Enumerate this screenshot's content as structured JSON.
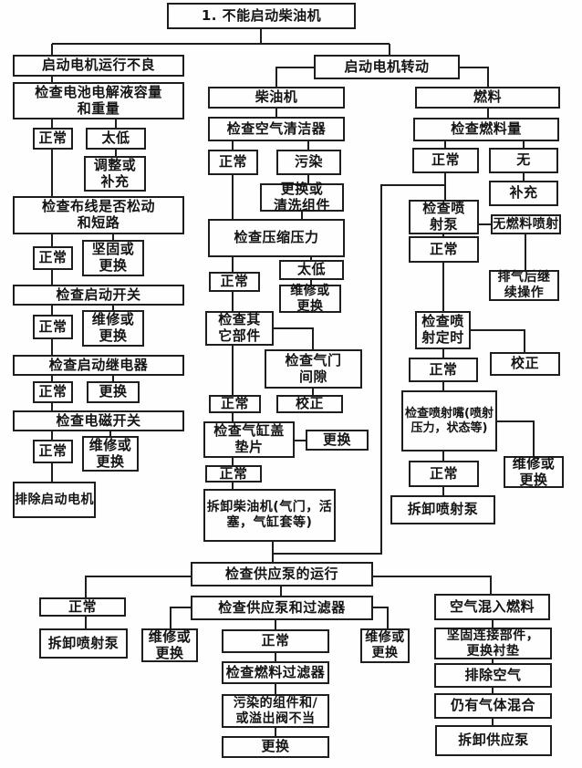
{
  "colors": {
    "ink": "#1e1e1e",
    "background": "#ffffff"
  },
  "flowchart": {
    "root": "1. 不能启动柴油机",
    "starter_poor": {
      "title": "启动电机运行不良",
      "check_battery": "检查电池电解液容量\n和重量",
      "battery_normal": "正常",
      "battery_low": "太低",
      "adjust_refill": "调整或\n补充",
      "check_wiring": "检查布线是否松动\n和短路",
      "wiring_normal": "正常",
      "tighten_replace": "坚固或\n更换",
      "check_start_switch": "检查启动开关",
      "switch_normal": "正常",
      "switch_repair": "维修或\n更换",
      "check_relay": "检查启动继电器",
      "relay_normal": "正常",
      "relay_replace": "更换",
      "check_solenoid": "检查电磁开关",
      "solenoid_normal": "正常",
      "solenoid_repair": "维修或\n更换",
      "remove_starter": "排除启动电机"
    },
    "starter_turns": "启动电机转动",
    "engine": {
      "title": "柴油机",
      "check_air_cleaner": "检查空气清洁器",
      "air_normal": "正常",
      "air_dirty": "污染",
      "replace_clean": "更换或\n清洗组件",
      "check_compression": "检查压缩压力",
      "comp_low": "太低",
      "comp_normal": "正常",
      "comp_repair": "维修或\n更换",
      "check_other": "检查其\n它部件",
      "check_valve_gap": "检查气门\n间隙",
      "valve_normal": "正常",
      "valve_correct": "校正",
      "check_head_gasket": "检查气缸盖\n垫片",
      "gasket_replace": "更换",
      "gasket_normal": "正常",
      "disassemble_engine": "拆卸柴油机(气门，活\n塞，气缸套等)"
    },
    "fuel": {
      "title": "燃料",
      "check_fuel_level": "检查燃料量",
      "fuel_normal": "正常",
      "fuel_none": "无",
      "refill": "补充",
      "check_inj_pump": "检查喷\n射泵",
      "no_injection": "无燃料喷射",
      "pump_normal": "正常",
      "bleed_continue": "排气后继\n续操作",
      "check_timing": "检查喷\n射定时",
      "timing_correct": "校正",
      "timing_normal": "正常",
      "check_nozzle": "检查喷射嘴(喷射\n压力，状态等)",
      "nozzle_repair": "维修或\n更换",
      "nozzle_normal": "正常",
      "remove_inj_pump": "拆卸喷射泵"
    },
    "supply": {
      "check_operation": "检查供应泵的运行",
      "op_normal": "正常",
      "remove_inj_pump": "拆卸喷射泵",
      "check_pump_filter": "检查供应泵和过滤器",
      "repair_left": "维修或\n更换",
      "pf_normal": "正常",
      "repair_right": "维修或\n更换",
      "check_fuel_filter": "检查燃料过滤器",
      "dirty_overflow": "污染的组件和/\n或溢出阀不当",
      "replace": "更换",
      "air_in_fuel": "空气混入燃料",
      "tighten_gasket": "坚固连接部件，\n更换衬垫",
      "bleed_air": "排除空气",
      "still_gas": "仍有气体混合",
      "remove_supply_pump": "拆卸供应泵"
    }
  }
}
